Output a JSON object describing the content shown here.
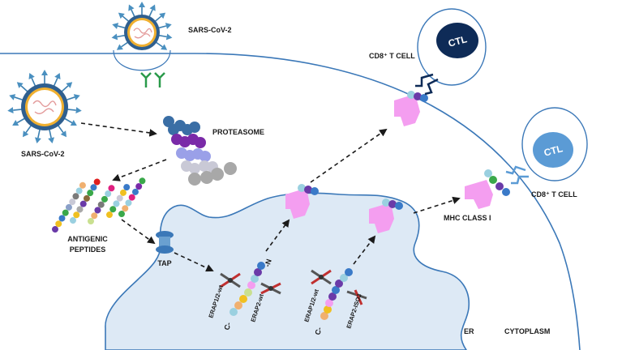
{
  "labels": {
    "virus_top": "SARS-CoV-2",
    "virus_left": "SARS-CoV-2",
    "proteasome": "PROTEASOME",
    "antigenic_line1": "ANTIGENIC",
    "antigenic_line2": "PEPTIDES",
    "tap": "TAP",
    "cd8_top": "CD8⁺ T CELL",
    "cd8_right": "CD8⁺ T CELL",
    "ctl_top": "CTL",
    "ctl_right": "CTL",
    "mhc": "MHC CLASS I",
    "er": "ER",
    "cytoplasm": "CYTOPLASM",
    "erap_wt_1": "ERAP1/2-wt",
    "erap2_wt": "ERAP2-wt",
    "erap_wt_2": "ERAP1/2-wt",
    "erap2_iso3": "ERAP2-ISO3",
    "c_term_1": "C-",
    "n_term": "-N",
    "c_term_2": "C-"
  },
  "colors": {
    "membrane": "#3b78b8",
    "er_fill": "#dde9f5",
    "mhc": "#f49ef0",
    "ctl_dark": "#0e2b57",
    "ctl_light": "#5b9bd5",
    "virus_spike": "#3b7fb0",
    "virus_ring": "#f0b030",
    "proteasome_top": "#3a6ea5",
    "proteasome_mid": "#7a2aa8",
    "proteasome_low": "#9aa0e8",
    "proteasome_bottom": "#a8a8a8"
  }
}
